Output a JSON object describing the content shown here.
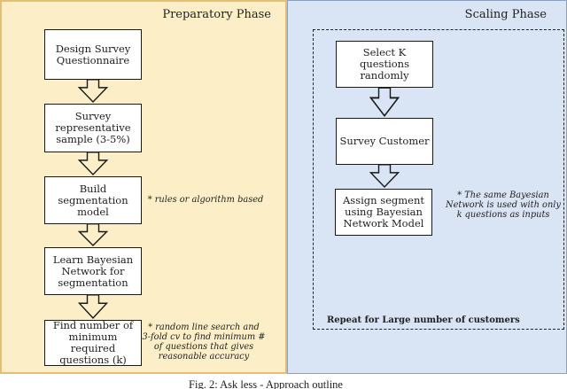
{
  "preparatory": {
    "title": "Preparatory Phase",
    "steps": [
      {
        "label": "Design Survey\nQuestionnaire"
      },
      {
        "label": "Survey\nrepresentative\nsample (3-5%)"
      },
      {
        "label": "Build\nsegmentation\nmodel",
        "note": "* rules or algorithm based"
      },
      {
        "label": "Learn Bayesian\nNetwork for\nsegmentation"
      },
      {
        "label": "Find number of\nminimum\nrequired\nquestions (k)",
        "note": "* random line search and\n3-fold cv to find minimum #\nof questions that gives\nreasonable accuracy"
      }
    ]
  },
  "scaling": {
    "title": "Scaling Phase",
    "steps": [
      {
        "label": "Select K questions\nrandomly"
      },
      {
        "label": "Survey Customer"
      },
      {
        "label": "Assign segment\nusing Bayesian\nNetwork Model",
        "note": "* The same Bayesian\nNetwork is used with only\nk questions as inputs"
      }
    ],
    "repeat_label": "Repeat for Large number of customers"
  },
  "caption": "Fig. 2: Ask less - Approach outline",
  "colors": {
    "preparatory_bg": "#fcefc8",
    "preparatory_border": "#e4bf6e",
    "scaling_bg": "#d9e4f4",
    "scaling_border": "#8da0bf",
    "box_bg": "#ffffff",
    "box_border": "#191919",
    "text": "#1f1f1f"
  }
}
